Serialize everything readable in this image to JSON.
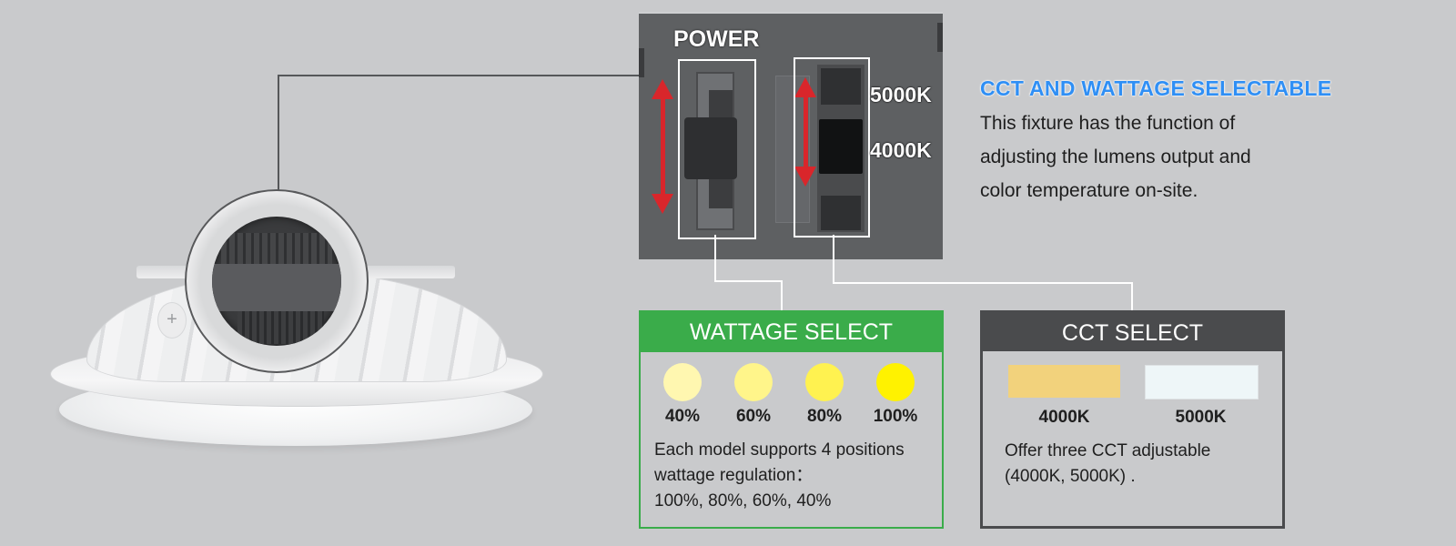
{
  "panel": {
    "title": "POWER",
    "cct_labels": [
      "5000K",
      "4000K"
    ],
    "colors": {
      "panel_bg": "#5e6062",
      "arrow": "#d9262b",
      "frame": "#ffffff"
    }
  },
  "headline": {
    "title": "CCT AND WATTAGE SELECTABLE",
    "lines": [
      "This fixture has the function of",
      "adjusting the lumens output and",
      "color temperature on-site."
    ],
    "color": "#2f8ff5"
  },
  "wattage": {
    "header": "WATTAGE SELECT",
    "accent": "#3aac4a",
    "levels": [
      {
        "label": "40%",
        "color": "#fff7b0"
      },
      {
        "label": "60%",
        "color": "#fff58a"
      },
      {
        "label": "80%",
        "color": "#fff250"
      },
      {
        "label": "100%",
        "color": "#fff200"
      }
    ],
    "text_lines": [
      "Each model supports 4 positions",
      "wattage regulation：",
      "100%, 80%, 60%, 40%"
    ]
  },
  "cct": {
    "header": "CCT SELECT",
    "accent": "#4a4b4d",
    "options": [
      {
        "label": "4000K",
        "color": "#f2d27c"
      },
      {
        "label": "5000K",
        "color": "#eef6f8"
      }
    ],
    "text_lines": [
      "Offer three CCT adjustable",
      "(4000K, 5000K) ."
    ]
  }
}
